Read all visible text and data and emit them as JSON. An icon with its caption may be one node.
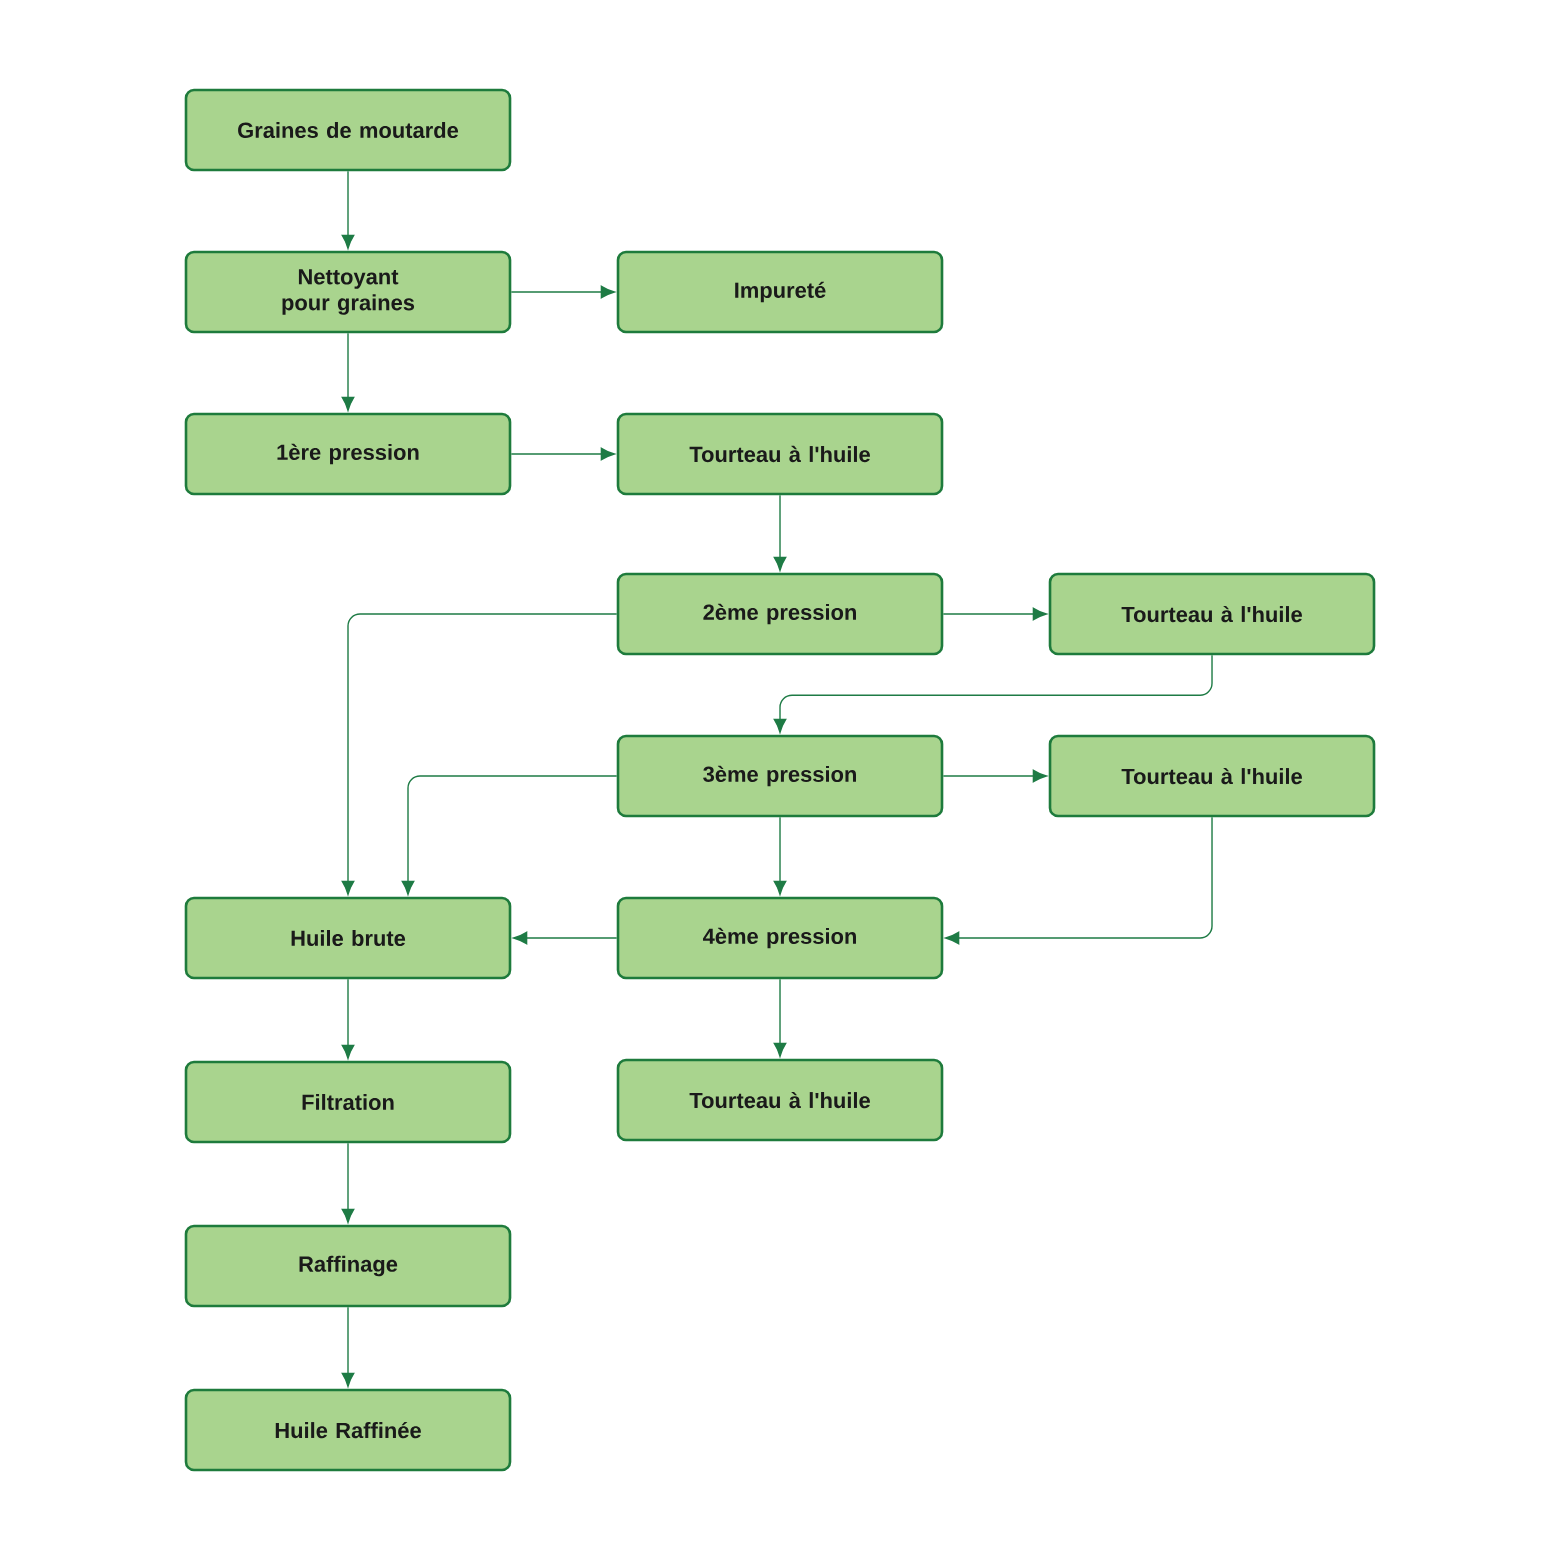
{
  "diagram": {
    "nodes": [
      {
        "text": [
          "Graines de moutarde"
        ]
      },
      {
        "text": [
          "Nettoyant pour graines"
        ]
      },
      {
        "text": [
          "Impureté"
        ]
      },
      {
        "text": [
          "1ère pression"
        ]
      },
      {
        "text": [
          "Tourteau à l'huile"
        ]
      },
      {
        "text": [
          "2ème pression"
        ]
      },
      {
        "text": [
          "Tourteau à l'huile"
        ]
      },
      {
        "text": [
          "3ème pression"
        ]
      },
      {
        "text": [
          "Tourteau à l'huile"
        ]
      },
      {
        "text": [
          "Huile brute"
        ]
      },
      {
        "text": [
          "4ème pression"
        ]
      },
      {
        "text": [
          "Tourteau à l'huile"
        ]
      },
      {
        "text": [
          "Filtration"
        ]
      },
      {
        "text": [
          "Raffinage"
        ]
      },
      {
        "text": [
          "Huile Raffinée"
        ]
      }
    ],
    "edges": [
      {
        "from": 0,
        "to": 1,
        "arrow": "to"
      },
      {
        "from": 1,
        "to": 2,
        "arrow": "to"
      },
      {
        "from": 1,
        "to": 3,
        "arrow": "to"
      },
      {
        "from": 3,
        "to": 4,
        "arrow": "to"
      },
      {
        "from": 4,
        "to": 5,
        "arrow": "to"
      },
      {
        "from": 5,
        "to": 6,
        "arrow": "to"
      },
      {
        "from": 6,
        "to": 7,
        "arrow": "to"
      },
      {
        "from": 5,
        "to": 9,
        "arrow": "to"
      },
      {
        "from": 7,
        "to": 8,
        "arrow": "to"
      },
      {
        "from": 7,
        "to": 10,
        "arrow": "to"
      },
      {
        "from": 7,
        "to": 9,
        "arrow": "to"
      },
      {
        "from": 8,
        "to": 10,
        "arrow": "to"
      },
      {
        "from": 10,
        "to": 9,
        "arrow": "to"
      },
      {
        "from": 10,
        "to": 11,
        "arrow": "to"
      },
      {
        "from": 9,
        "to": 12,
        "arrow": "to"
      },
      {
        "from": 12,
        "to": 13,
        "arrow": "to"
      },
      {
        "from": 13,
        "to": 14,
        "arrow": "to"
      }
    ]
  }
}
